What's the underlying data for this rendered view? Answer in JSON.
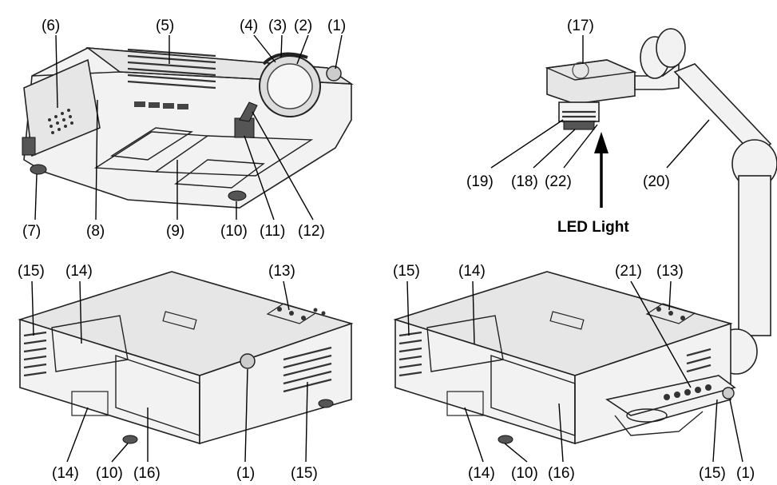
{
  "callouts": {
    "c1a": "(1)",
    "c2": "(2)",
    "c3": "(3)",
    "c4": "(4)",
    "c5": "(5)",
    "c6": "(6)",
    "c7": "(7)",
    "c8": "(8)",
    "c9": "(9)",
    "c10a": "(10)",
    "c11": "(11)",
    "c12": "(12)",
    "c17": "(17)",
    "c19": "(19)",
    "c18": "(18)",
    "c22": "(22)",
    "c20": "(20)",
    "led": "LED Light",
    "c15a": "(15)",
    "c14a": "(14)",
    "c13a": "(13)",
    "c14b": "(14)",
    "c10b": "(10)",
    "c16a": "(16)",
    "c1b": "(1)",
    "c15b": "(15)",
    "c15c": "(15)",
    "c14c": "(14)",
    "c21": "(21)",
    "c13b": "(13)",
    "c14d": "(14)",
    "c10c": "(10)",
    "c16b": "(16)",
    "c15d": "(15)",
    "c1c": "(1)"
  }
}
